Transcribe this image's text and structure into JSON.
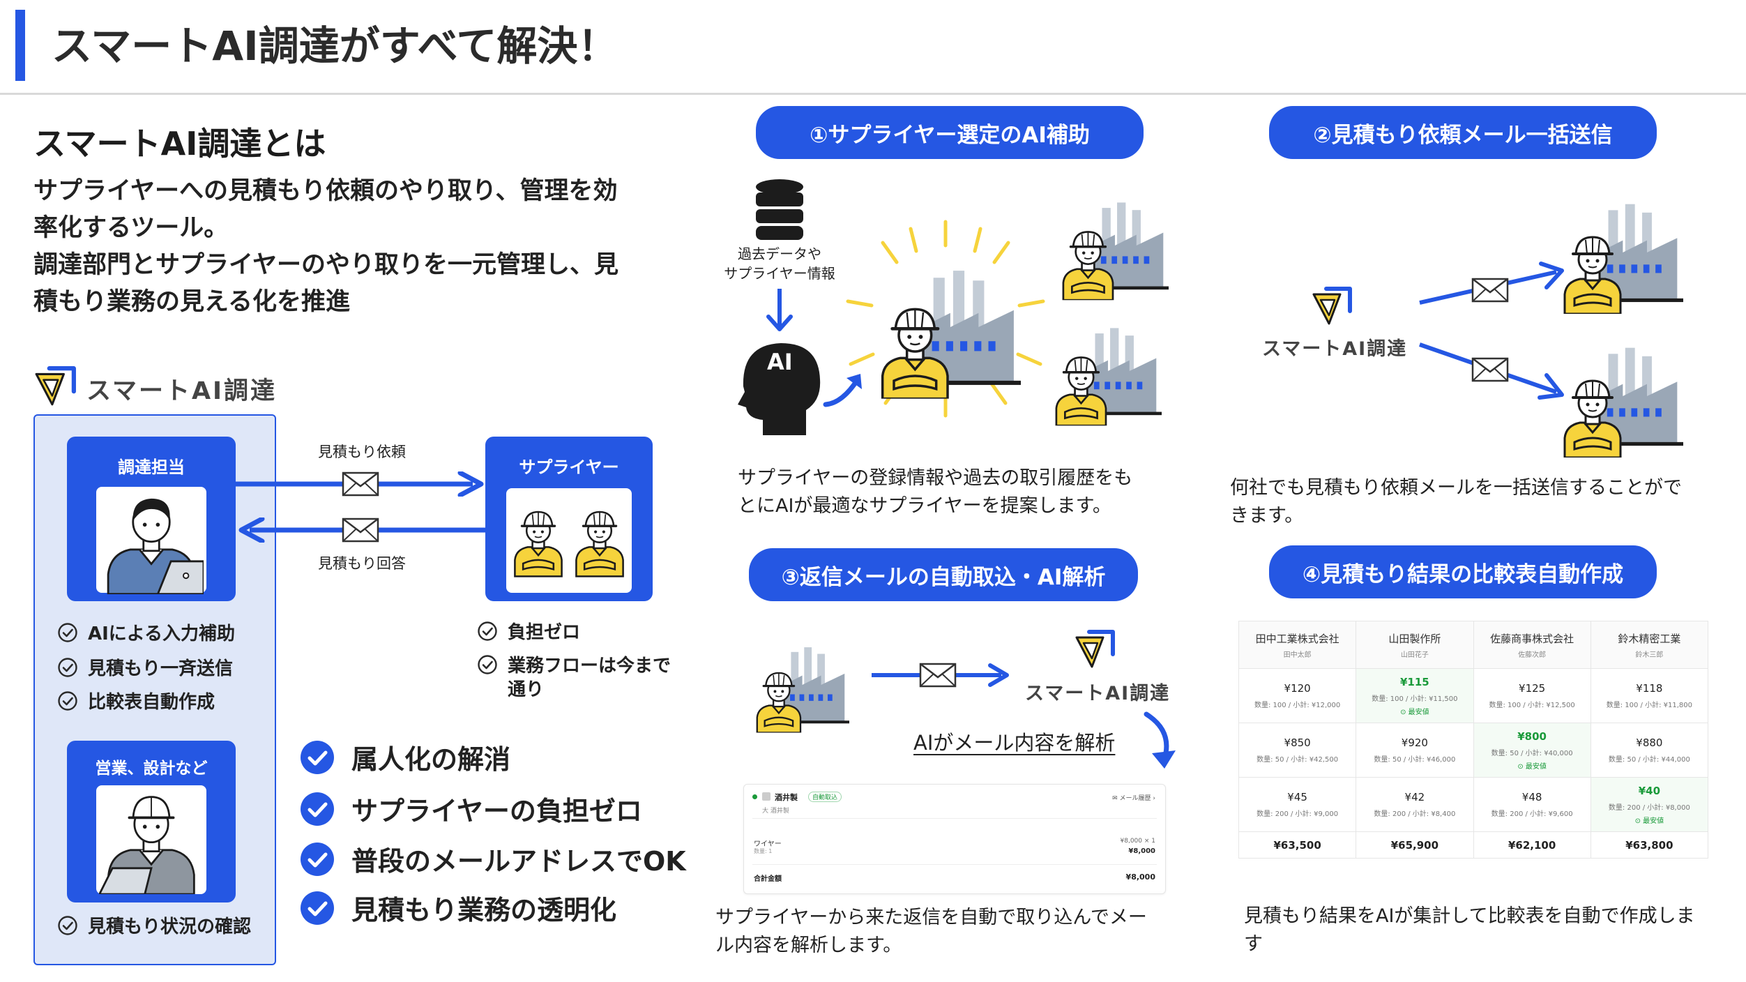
{
  "title": "スマートAI調達がすべて解決！",
  "about": {
    "heading": "スマートAI調達とは",
    "desc1": "サプライヤーへの見積もり依頼のやり取り、管理を効",
    "desc2": "率化するツール。",
    "desc3": "調達部門とサプライヤーのやり取りを一元管理し、見",
    "desc4": "積もり業務の見える化を推進"
  },
  "brand": "スマートAI調達",
  "flow": {
    "buyer_title": "調達担当",
    "supplier_title": "サプライヤー",
    "sales_title": "営業、設計など",
    "request_label": "見積もり依頼",
    "reply_label": "見積もり回答",
    "buyer_checks": [
      "AIによる入力補助",
      "見積もり一斉送信",
      "比較表自動作成"
    ],
    "supplier_checks": [
      "負担ゼロ",
      "業務フローは今まで",
      "通り"
    ],
    "sales_check": "見積もり状況の確認"
  },
  "benefits": [
    "属人化の解消",
    "サプライヤーの負担ゼロ",
    "普段のメールアドレスでOK",
    "見積もり業務の透明化"
  ],
  "feature1": {
    "title": "①サプライヤー選定のAI補助",
    "db_label_1": "過去データや",
    "db_label_2": "サプライヤー情報",
    "ai_label": "AI",
    "caption1": "サプライヤーの登録情報や過去の取引履歴をも",
    "caption2": "とにAIが最適なサプライヤーを提案します。"
  },
  "feature2": {
    "title": "②見積もり依頼メール一括送信",
    "caption1": "何社でも見積もり依頼メールを一括送信することがで",
    "caption2": "きます。"
  },
  "feature3": {
    "title": "③返信メールの自動取込・AI解析",
    "parse_label": "AIがメール内容を解析",
    "mail_sender": "酒井製",
    "mail_badge": "自動取込",
    "mail_to": "大 酒井製",
    "mail_history": "メール履歴",
    "mail_item": "ワイヤー",
    "mail_qty": "数量: 1",
    "mail_unit": "¥8,000 × 1",
    "mail_amount": "¥8,000",
    "mail_total_label": "合計金額",
    "mail_total": "¥8,000",
    "caption1": "サプライヤーから来た返信を自動で取り込んでメー",
    "caption2": "ル内容を解析します。"
  },
  "feature4": {
    "title": "④見積もり結果の比較表自動作成",
    "best_label": "最安値",
    "caption1": "見積もり結果をAIが集計して比較表を自動で作成しま",
    "caption2": "す",
    "companies": [
      {
        "name": "田中工業株式会社",
        "person": "田中太郎"
      },
      {
        "name": "山田製作所",
        "person": "山田花子"
      },
      {
        "name": "佐藤商事株式会社",
        "person": "佐藤次郎"
      },
      {
        "name": "鈴木精密工業",
        "person": "鈴木三郎"
      }
    ],
    "rows": [
      [
        {
          "price": "¥120",
          "detail": "数量: 100 / 小計: ¥12,000",
          "best": false
        },
        {
          "price": "¥115",
          "detail": "数量: 100 / 小計: ¥11,500",
          "best": true
        },
        {
          "price": "¥125",
          "detail": "数量: 100 / 小計: ¥12,500",
          "best": false
        },
        {
          "price": "¥118",
          "detail": "数量: 100 / 小計: ¥11,800",
          "best": false
        }
      ],
      [
        {
          "price": "¥850",
          "detail": "数量: 50 / 小計: ¥42,500",
          "best": false
        },
        {
          "price": "¥920",
          "detail": "数量: 50 / 小計: ¥46,000",
          "best": false
        },
        {
          "price": "¥800",
          "detail": "数量: 50 / 小計: ¥40,000",
          "best": true
        },
        {
          "price": "¥880",
          "detail": "数量: 50 / 小計: ¥44,000",
          "best": false
        }
      ],
      [
        {
          "price": "¥45",
          "detail": "数量: 200 / 小計: ¥9,000",
          "best": false
        },
        {
          "price": "¥42",
          "detail": "数量: 200 / 小計: ¥8,400",
          "best": false
        },
        {
          "price": "¥48",
          "detail": "数量: 200 / 小計: ¥9,600",
          "best": false
        },
        {
          "price": "¥40",
          "detail": "数量: 200 / 小計: ¥8,000",
          "best": true
        }
      ]
    ],
    "totals": [
      "¥63,500",
      "¥65,900",
      "¥62,100",
      "¥63,800"
    ]
  },
  "colors": {
    "accent": "#2557e3",
    "worker_yellow": "#f6d33c",
    "factory_gray": "#9aa7b6",
    "best_green": "#1a9a3a"
  }
}
